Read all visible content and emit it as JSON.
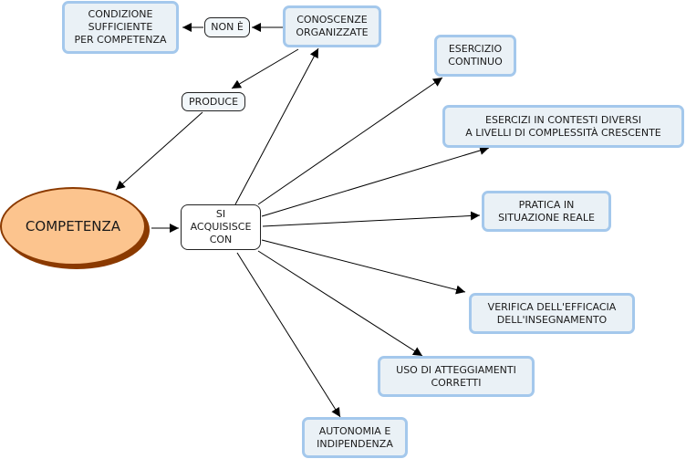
{
  "nodes": {
    "competenza": "COMPETENZA",
    "si_acquisisce_con": "SI\nACQUISISCE\nCON",
    "conoscenze_organizzate": "CONOSCENZE\nORGANIZZATE",
    "non_e": "NON È",
    "condizione_sufficiente": "CONDIZIONE\nSUFFICIENTE\nPER COMPETENZA",
    "produce": "PRODUCE",
    "esercizio_continuo": "ESERCIZIO\nCONTINUO",
    "esercizi_contesti": "ESERCIZI IN CONTESTI DIVERSI\nA LIVELLI DI COMPLESSITÀ CRESCENTE",
    "pratica_situazione": "PRATICA IN\nSITUAZIONE REALE",
    "verifica_efficacia": "VERIFICA DELL'EFFICACIA\nDELL'INSEGNAMENTO",
    "uso_atteggiamenti": "USO DI ATTEGGIAMENTI\nCORRETTI",
    "autonomia": "AUTONOMIA E\nINDIPENDENZA"
  },
  "edges": [
    {
      "from": "competenza",
      "to": "si_acquisisce_con"
    },
    {
      "from": "si_acquisisce_con",
      "to": "conoscenze_organizzate"
    },
    {
      "from": "conoscenze_organizzate",
      "to": "non_e"
    },
    {
      "from": "non_e",
      "to": "condizione_sufficiente"
    },
    {
      "from": "conoscenze_organizzate",
      "to": "produce"
    },
    {
      "from": "produce",
      "to": "competenza"
    },
    {
      "from": "si_acquisisce_con",
      "to": "esercizio_continuo"
    },
    {
      "from": "si_acquisisce_con",
      "to": "esercizi_contesti"
    },
    {
      "from": "si_acquisisce_con",
      "to": "pratica_situazione"
    },
    {
      "from": "si_acquisisce_con",
      "to": "verifica_efficacia"
    },
    {
      "from": "si_acquisisce_con",
      "to": "uso_atteggiamenti"
    },
    {
      "from": "si_acquisisce_con",
      "to": "autonomia"
    }
  ],
  "colors": {
    "concept_fill": "#eaf1f6",
    "concept_border": "#a4c8ec",
    "root_fill": "#fcc48e",
    "root_border": "#8b3a00"
  }
}
